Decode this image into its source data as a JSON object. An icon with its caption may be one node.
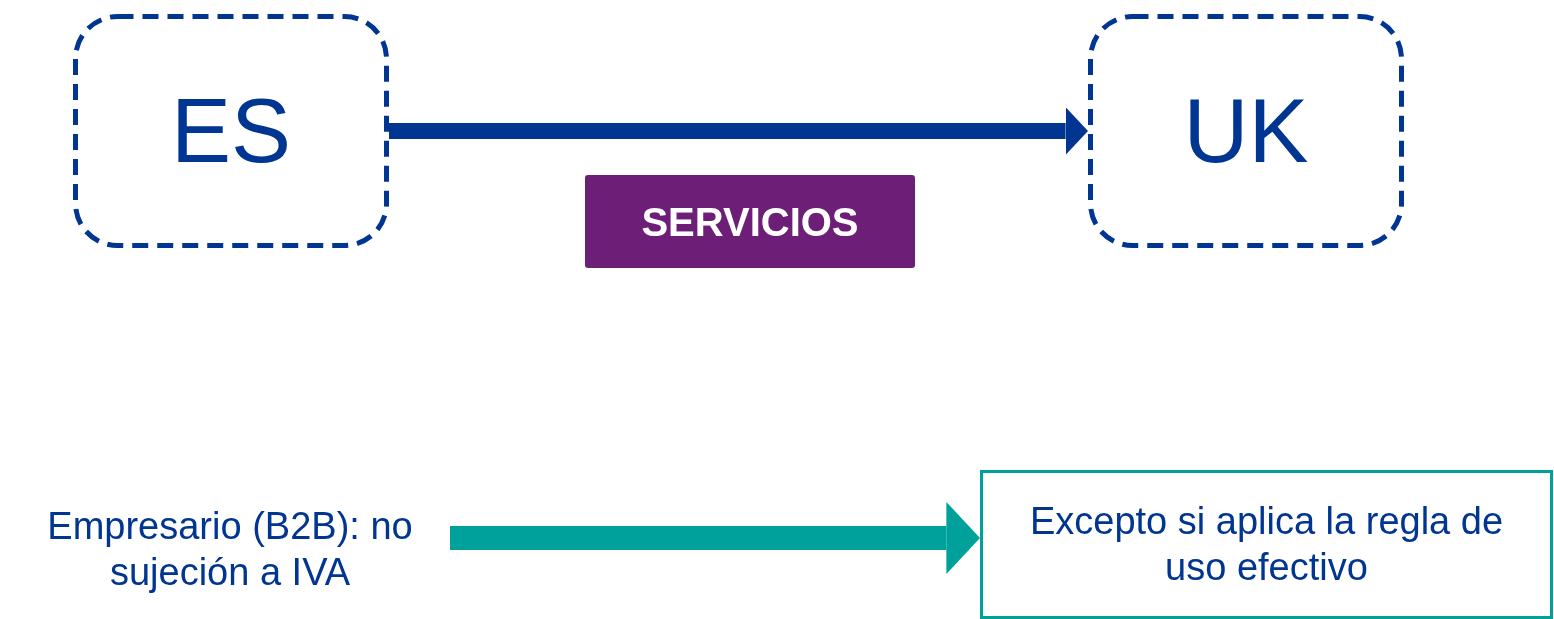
{
  "diagram": {
    "nodes": [
      {
        "text": [
          "ES"
        ]
      },
      {
        "text": [
          "UK"
        ]
      },
      {
        "text": [
          "SERVICIOS"
        ]
      },
      {
        "text": [
          "Empresario (B2B): no sujeción a IVA"
        ]
      },
      {
        "text": [
          "Excepto si aplica la regla de uso efectivo"
        ]
      }
    ],
    "edges": [
      {
        "from": 0,
        "to": 1,
        "arrow": "to",
        "color": "#003591"
      },
      {
        "from": 3,
        "to": 4,
        "arrow": "to",
        "color": "#00a19a"
      }
    ]
  }
}
